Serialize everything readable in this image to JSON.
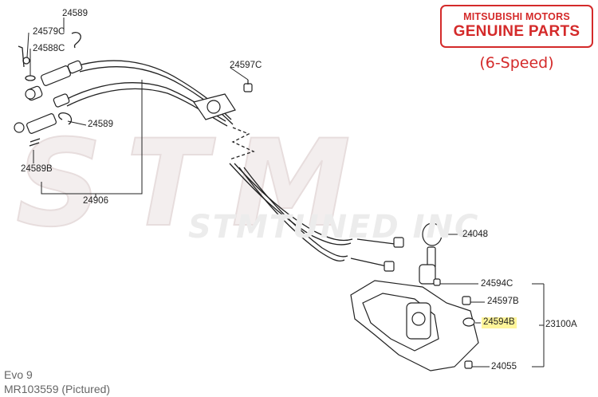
{
  "badge": {
    "line1": "MITSUBISHI MOTORS",
    "line2": "GENUINE PARTS",
    "speed": "(6-Speed)"
  },
  "watermark": {
    "big": "STM",
    "tagline": "STMTUNED INC."
  },
  "footer": {
    "model": "Evo 9",
    "part": "MR103559  (Pictured)"
  },
  "parts": {
    "p24589_top": "24589",
    "p24579C": "24579C",
    "p24588C": "24588C",
    "p24597C": "24597C",
    "p24589_mid": "24589",
    "p24589B": "24589B",
    "p24906": "24906",
    "p24048": "24048",
    "p24594C": "24594C",
    "p24597B": "24597B",
    "p24594B": "24594B",
    "p23100A": "23100A",
    "p24055": "24055"
  },
  "colors": {
    "brand_red": "#d42a2a",
    "highlight": "#fff59a",
    "line": "#222222"
  }
}
